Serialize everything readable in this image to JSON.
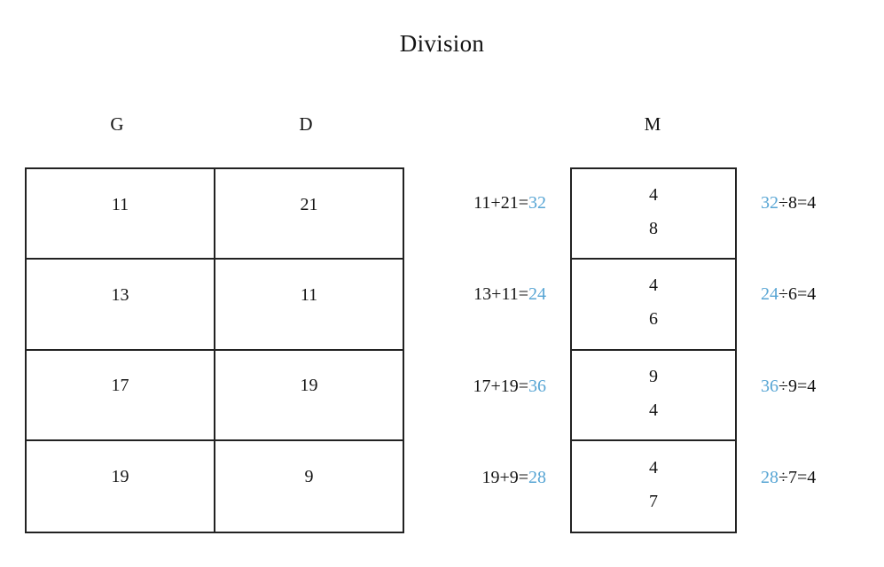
{
  "title": "Division",
  "accent_color": "#57a5d4",
  "text_color": "#141414",
  "border_color": "#222222",
  "headers": {
    "g": "G",
    "d": "D",
    "m": "M"
  },
  "gd_table": {
    "columns": [
      "G",
      "D"
    ],
    "rows": [
      {
        "g": "11",
        "d": "21"
      },
      {
        "g": "13",
        "d": "11"
      },
      {
        "g": "17",
        "d": "19"
      },
      {
        "g": "19",
        "d": "9"
      }
    ]
  },
  "addition": [
    {
      "expr": "11+21=",
      "result": "32"
    },
    {
      "expr": "13+11=",
      "result": "24"
    },
    {
      "expr": "17+19=",
      "result": "36"
    },
    {
      "expr": "19+9=",
      "result": "28"
    }
  ],
  "m_table": {
    "column": "M",
    "rows": [
      {
        "top": "4",
        "bottom": "8"
      },
      {
        "top": "4",
        "bottom": "6"
      },
      {
        "top": "9",
        "bottom": "4"
      },
      {
        "top": "4",
        "bottom": "7"
      }
    ]
  },
  "division": [
    {
      "dividend": "32",
      "rest": "÷8=4"
    },
    {
      "dividend": "24",
      "rest": "÷6=4"
    },
    {
      "dividend": "36",
      "rest": "÷9=4"
    },
    {
      "dividend": "28",
      "rest": "÷7=4"
    }
  ]
}
